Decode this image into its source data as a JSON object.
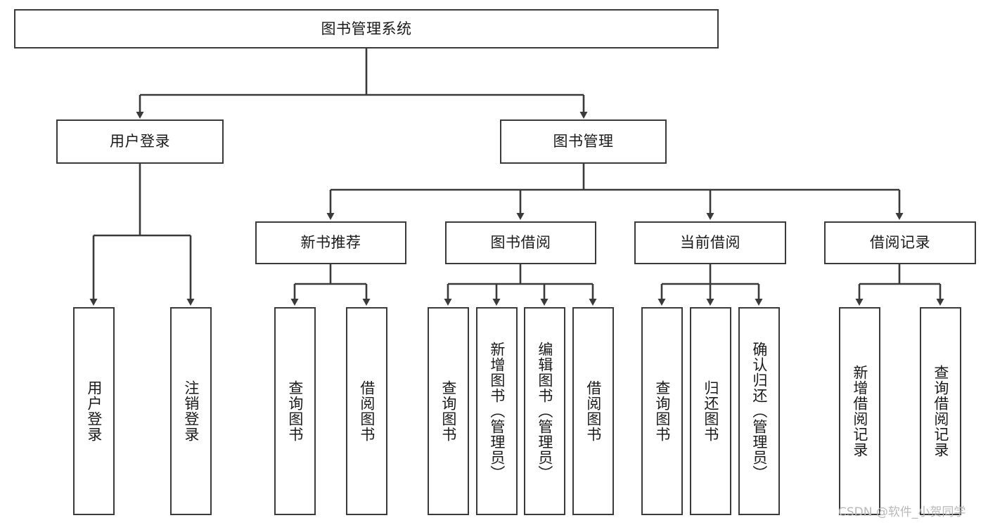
{
  "diagram": {
    "title": "图书管理系统",
    "type": "tree-hierarchy",
    "watermark": "CSDN @软件_小贺同学",
    "edge_color": "#3a3a3a",
    "box_border_color": "#3a3a3a",
    "box_fill_color": "#ffffff",
    "background_color": "#ffffff"
  },
  "nodes": {
    "root": {
      "label": "图书管理系统"
    },
    "level1": [
      {
        "label": "用户登录"
      },
      {
        "label": "图书管理"
      }
    ],
    "level2": [
      {
        "label": "新书推荐"
      },
      {
        "label": "图书借阅"
      },
      {
        "label": "当前借阅"
      },
      {
        "label": "借阅记录"
      }
    ],
    "leaves_user_login": [
      {
        "label": "用户登录"
      },
      {
        "label": "注销登录"
      }
    ],
    "leaves_new_books": [
      {
        "label": "查询图书"
      },
      {
        "label": "借阅图书"
      }
    ],
    "leaves_borrow": [
      {
        "label": "查询图书"
      },
      {
        "label": "新增图书（管理员）"
      },
      {
        "label": "编辑图书（管理员）"
      },
      {
        "label": "借阅图书"
      }
    ],
    "leaves_current": [
      {
        "label": "查询图书"
      },
      {
        "label": "归还图书"
      },
      {
        "label": "确认归还（管理员）"
      }
    ],
    "leaves_records": [
      {
        "label": "新增借阅记录"
      },
      {
        "label": "查询借阅记录"
      }
    ]
  }
}
